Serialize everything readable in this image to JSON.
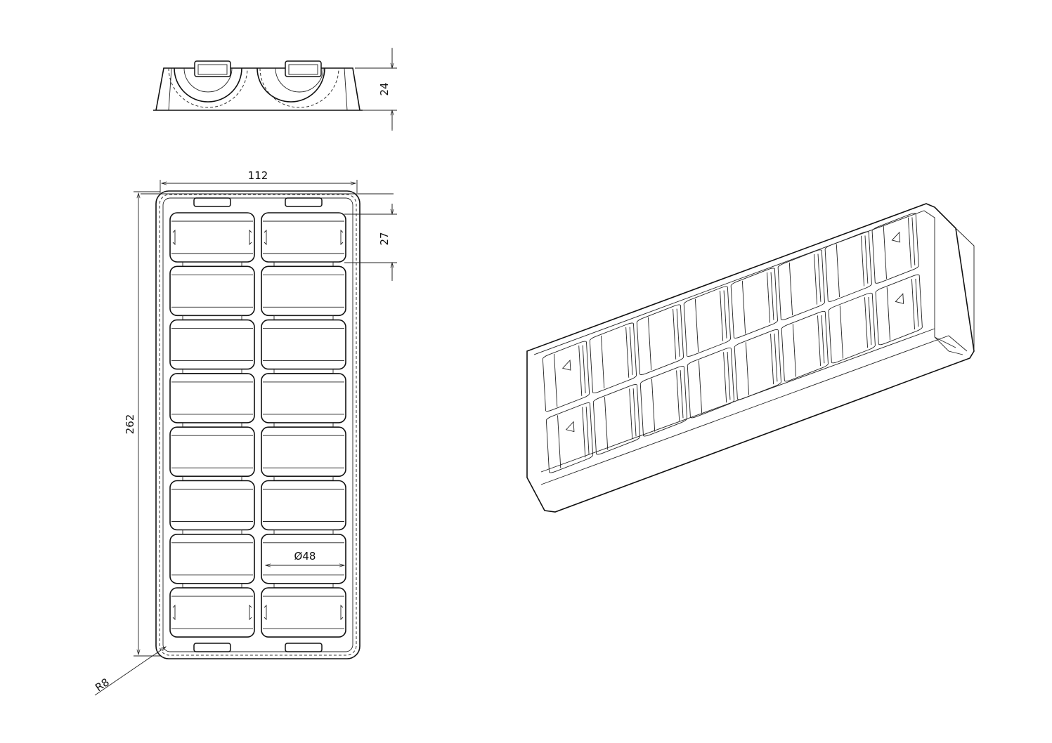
{
  "drawing": {
    "title": "Blister tray technical drawing",
    "views": [
      "side-view",
      "top-view",
      "isometric-view"
    ],
    "tray": {
      "rows": 8,
      "columns": 2,
      "total_pockets": 16
    },
    "dimensions": {
      "height": "24",
      "width": "112",
      "pocket_pitch": "27",
      "length": "262",
      "pocket_diameter": "Ø48",
      "corner_radius": "R8"
    }
  }
}
